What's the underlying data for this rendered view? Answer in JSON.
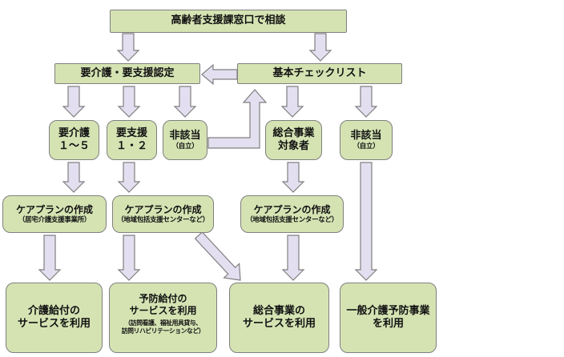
{
  "colors": {
    "box_fill": "#d5e3b3",
    "arrow_fill": "#e4dff0",
    "border": "#7f7f7f"
  },
  "nodes": {
    "consult": "高齢者支援課窓口で相談",
    "cert": "要介護・要支援認定",
    "checklist": "基本チェックリスト",
    "care15_line1": "要介護",
    "care15_line2": "１〜５",
    "support12_line1": "要支援",
    "support12_line2": "１・２",
    "nonapp1_line1": "非該当",
    "nonapp1_line2": "（自立）",
    "general_target_line1": "総合事業",
    "general_target_line2": "対象者",
    "nonapp2_line1": "非該当",
    "nonapp2_line2": "（自立）",
    "careplan1_title": "ケアプランの作成",
    "careplan1_sub": "（居宅介護支援事業所）",
    "careplan2_title": "ケアプランの作成",
    "careplan2_sub": "（地域包括支援センターなど）",
    "careplan3_title": "ケアプランの作成",
    "careplan3_sub": "（地域包括支援センターなど）",
    "svc_care_line1": "介護給付の",
    "svc_care_line2": "サービスを利用",
    "svc_prev_line1": "予防給付の",
    "svc_prev_line2": "サービスを利用",
    "svc_prev_note1": "（訪問看護、福祉用具貸与、",
    "svc_prev_note2": "訪問リハビリテーションなど）",
    "svc_general_line1": "総合事業の",
    "svc_general_line2": "サービスを利用",
    "svc_ippan_line1": "一般介護予防事業",
    "svc_ippan_line2": "を利用"
  }
}
